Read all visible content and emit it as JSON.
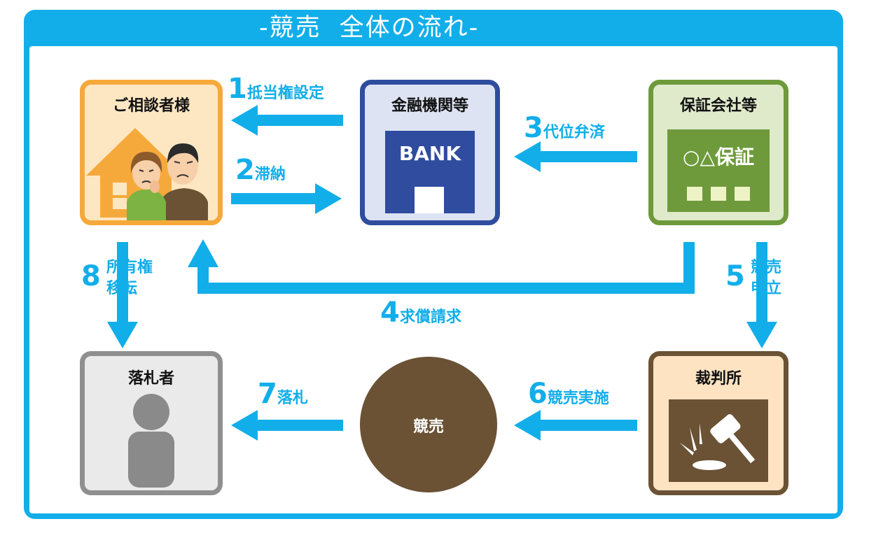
{
  "title": {
    "prefix": "-",
    "part1": "競売",
    "part2": "全体の流れ",
    "suffix": "-"
  },
  "nodes": {
    "consultant": {
      "label": "ご相談者様"
    },
    "bank": {
      "label": "金融機関等",
      "sign": "BANK"
    },
    "guarantor": {
      "label": "保証会社等",
      "sign": "○△保証"
    },
    "bidder": {
      "label": "落札者"
    },
    "auction": {
      "label": "競売"
    },
    "court": {
      "label": "裁判所"
    }
  },
  "steps": [
    {
      "num": "1",
      "label": "抵当権設定"
    },
    {
      "num": "2",
      "label": "滞納"
    },
    {
      "num": "3",
      "label": "代位弁済"
    },
    {
      "num": "4",
      "label": "求償請求"
    },
    {
      "num": "5",
      "label_line1": "競売",
      "label_line2": "申立"
    },
    {
      "num": "6",
      "label": "競売実施"
    },
    {
      "num": "7",
      "label": "落札"
    },
    {
      "num": "8",
      "label_line1": "所有権",
      "label_line2": "移転"
    }
  ],
  "colors": {
    "frame": "#12aee9",
    "arrow": "#12aee9",
    "consultant_border": "#f6a93b",
    "consultant_fill": "#fde7c3",
    "bank_border": "#2f4c9e",
    "bank_fill": "#dde3f3",
    "guarantor_border": "#6e9a3b",
    "guarantor_fill": "#dfeacb",
    "bidder_border": "#8f8f8f",
    "bidder_fill": "#eaeaea",
    "auction_fill": "#6b5235",
    "court_border": "#6b5235",
    "court_fill": "#fde3c2"
  },
  "icons": [
    "house-icon",
    "worried-couple-icon",
    "bank-building-icon",
    "person-icon",
    "gavel-icon"
  ]
}
